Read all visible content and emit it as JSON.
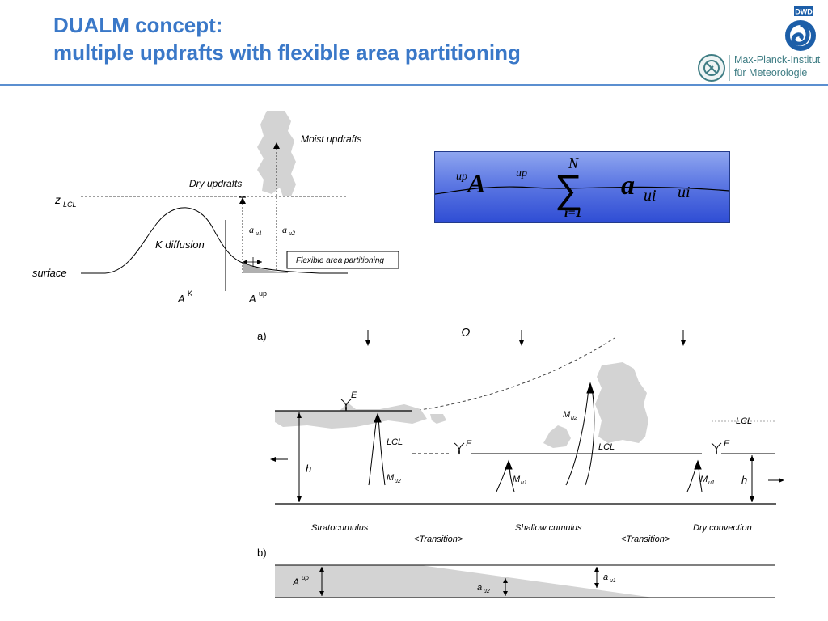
{
  "title": {
    "line1": "DUALM concept:",
    "line2": "multiple updrafts with flexible area partitioning"
  },
  "logos": {
    "dwd": {
      "label": "DWD",
      "color": "#1c5ea8"
    },
    "mpi": {
      "line1": "Max-Planck-Institut",
      "line2": "für Meteorologie",
      "color": "#3f7d84"
    }
  },
  "colors": {
    "title": "#3a78c8",
    "rule": "#5b8fd0",
    "cloud": "#d3d3d3"
  },
  "top_diagram": {
    "moist_updrafts": "Moist updrafts",
    "dry_updrafts": "Dry updrafts",
    "z_lcl_main": "z",
    "z_lcl_sub": "LCL",
    "k_diffusion": "K diffusion",
    "surface": "surface",
    "a_u1_main": "a",
    "a_u1_sub": "u1",
    "a_u2_main": "a",
    "a_u2_sub": "u2",
    "flexible": "Flexible area partitioning",
    "ak_main": "A",
    "ak_sup": "K",
    "aup_main": "A",
    "aup_sup": "up"
  },
  "equation": {
    "lhs": "A",
    "sub_up": "up",
    "sigma_top": "N",
    "sigma_bottom": "i=1",
    "rhs": "a",
    "rhs_sub": "ui",
    "bg": "#4a66dc"
  },
  "panel_a": {
    "label": "a)",
    "omega": "Ω",
    "e1": "E",
    "e2": "E",
    "e3": "E",
    "lcl1": "LCL",
    "lcl2": "LCL",
    "lcl3": "LCL",
    "h_left": "h",
    "h_right": "h",
    "mu2_left_main": "M",
    "mu2_left_sub": "u2",
    "mu1_mid_main": "M",
    "mu1_mid_sub": "u1",
    "mu2_mid_main": "M",
    "mu2_mid_sub": "u2",
    "mu1_right_main": "M",
    "mu1_right_sub": "u1",
    "regimes": [
      "Stratocumulus",
      "<Transition>",
      "Shallow cumulus",
      "<Transition>",
      "Dry convection"
    ]
  },
  "panel_b": {
    "label": "b)",
    "aup_main": "A",
    "aup_sup": "up",
    "au1_main": "a",
    "au1_sub": "u1",
    "au2_main": "a",
    "au2_sub": "u2"
  }
}
